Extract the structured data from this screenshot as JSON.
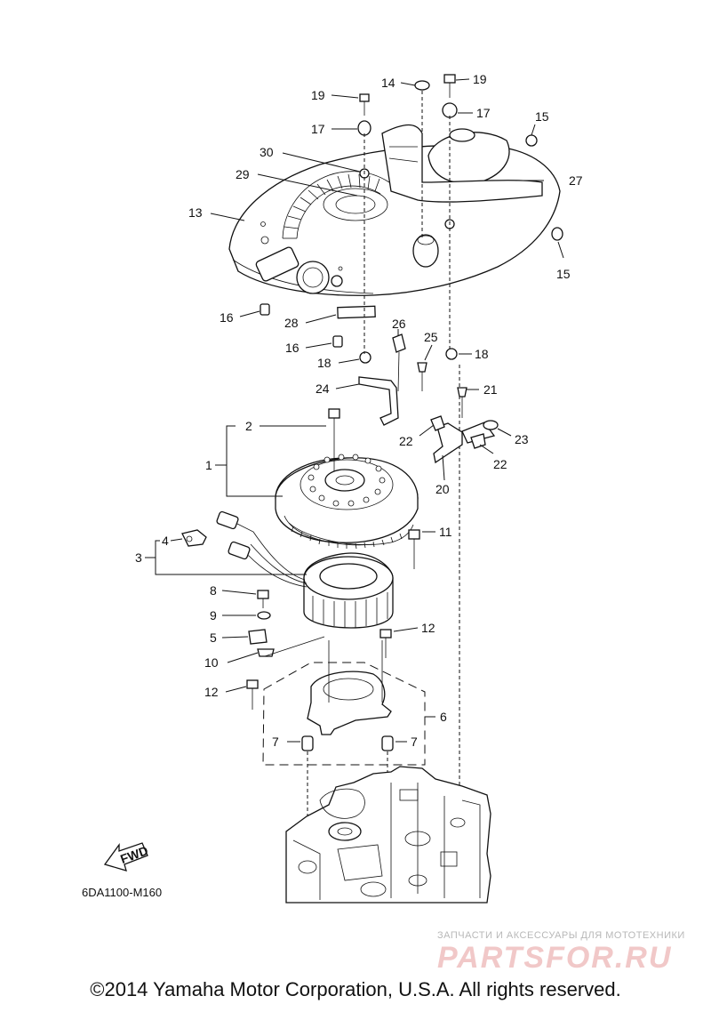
{
  "diagram_code": "6DA1100-M160",
  "fwd_label": "FWD",
  "copyright": "©2014 Yamaha Motor Corporation, U.S.A. All rights reserved.",
  "watermark": {
    "tagline": "ЗАПЧАСТИ И АКСЕССУАРЫ ДЛЯ МОТОТЕХНИКИ",
    "brand": "PARTSFOR.RU"
  },
  "callouts": {
    "c1": "1",
    "c2": "2",
    "c3": "3",
    "c4": "4",
    "c5": "5",
    "c6": "6",
    "c7a": "7",
    "c7b": "7",
    "c8": "8",
    "c9": "9",
    "c10": "10",
    "c11": "11",
    "c12a": "12",
    "c12b": "12",
    "c13": "13",
    "c14": "14",
    "c15a": "15",
    "c15b": "15",
    "c16a": "16",
    "c16b": "16",
    "c17a": "17",
    "c17b": "17",
    "c18a": "18",
    "c18b": "18",
    "c19a": "19",
    "c19b": "19",
    "c20": "20",
    "c21": "21",
    "c22a": "22",
    "c22b": "22",
    "c23": "23",
    "c24": "24",
    "c25": "25",
    "c26": "26",
    "c27": "27",
    "c28": "28",
    "c29": "29",
    "c30": "30"
  }
}
